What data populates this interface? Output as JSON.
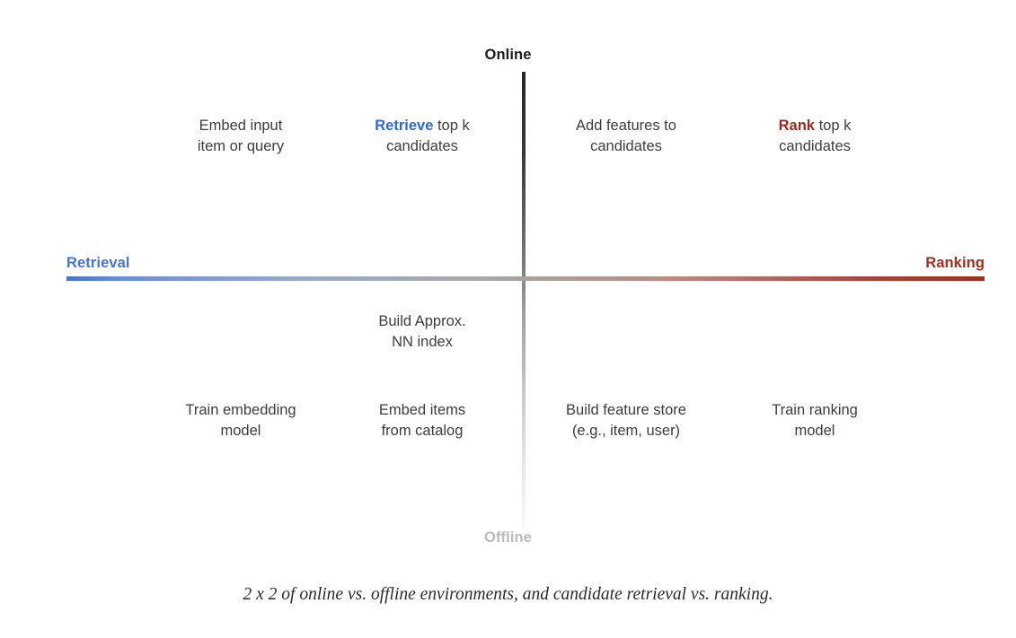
{
  "figure": {
    "caption": "2 x 2 of online vs. offline environments, and candidate retrieval vs. ranking."
  },
  "axes": {
    "vertical": {
      "top_label": "Online",
      "bottom_label": "Offline",
      "top_color": "#262626",
      "bottom_color": "#fbfbfb"
    },
    "horizontal": {
      "left_label": "Retrieval",
      "right_label": "Ranking",
      "left_color": "#4a74c8",
      "right_color": "#9d2f25",
      "mid_color": "#a9a9a9"
    }
  },
  "quadrants": {
    "online_retrieval": [
      {
        "id": "embed-input",
        "lines": [
          [
            {
              "text": "Embed input",
              "emphasis": "none"
            }
          ],
          [
            {
              "text": "item or query",
              "emphasis": "none"
            }
          ]
        ]
      },
      {
        "id": "retrieve-topk",
        "lines": [
          [
            {
              "text": "Retrieve",
              "emphasis": "blue"
            },
            {
              "text": " top k",
              "emphasis": "none"
            }
          ],
          [
            {
              "text": "candidates",
              "emphasis": "none"
            }
          ]
        ]
      }
    ],
    "online_ranking": [
      {
        "id": "add-features",
        "lines": [
          [
            {
              "text": "Add features to",
              "emphasis": "none"
            }
          ],
          [
            {
              "text": "candidates",
              "emphasis": "none"
            }
          ]
        ]
      },
      {
        "id": "rank-topk",
        "lines": [
          [
            {
              "text": "Rank",
              "emphasis": "red"
            },
            {
              "text": " top k",
              "emphasis": "none"
            }
          ],
          [
            {
              "text": "candidates",
              "emphasis": "none"
            }
          ]
        ]
      }
    ],
    "offline_retrieval": [
      {
        "id": "build-ann",
        "lines": [
          [
            {
              "text": "Build Approx.",
              "emphasis": "none"
            }
          ],
          [
            {
              "text": "NN index",
              "emphasis": "none"
            }
          ]
        ]
      },
      {
        "id": "train-embedding",
        "lines": [
          [
            {
              "text": "Train embedding",
              "emphasis": "none"
            }
          ],
          [
            {
              "text": "model",
              "emphasis": "none"
            }
          ]
        ]
      },
      {
        "id": "embed-items",
        "lines": [
          [
            {
              "text": "Embed items",
              "emphasis": "none"
            }
          ],
          [
            {
              "text": "from catalog",
              "emphasis": "none"
            }
          ]
        ]
      }
    ],
    "offline_ranking": [
      {
        "id": "build-feature-store",
        "lines": [
          [
            {
              "text": "Build feature store",
              "emphasis": "none"
            }
          ],
          [
            {
              "text": "(e.g., item, user)",
              "emphasis": "none"
            }
          ]
        ]
      },
      {
        "id": "train-ranking",
        "lines": [
          [
            {
              "text": "Train ranking",
              "emphasis": "none"
            }
          ],
          [
            {
              "text": "model",
              "emphasis": "none"
            }
          ]
        ]
      }
    ]
  },
  "cells": {
    "embed_input": {
      "line1": "Embed input",
      "line2": "item or query"
    },
    "retrieve_topk": {
      "strong": "Retrieve",
      "rest": " top k",
      "line2": "candidates"
    },
    "add_features": {
      "line1": "Add features to",
      "line2": "candidates"
    },
    "rank_topk": {
      "strong": "Rank",
      "rest": " top k",
      "line2": "candidates"
    },
    "build_ann": {
      "line1": "Build Approx.",
      "line2": "NN index"
    },
    "train_embedding": {
      "line1": "Train embedding",
      "line2": "model"
    },
    "embed_items": {
      "line1": "Embed items",
      "line2": "from catalog"
    },
    "build_feature": {
      "line1": "Build feature store",
      "line2": "(e.g., item, user)"
    },
    "train_ranking": {
      "line1": "Train ranking",
      "line2": "model"
    }
  }
}
